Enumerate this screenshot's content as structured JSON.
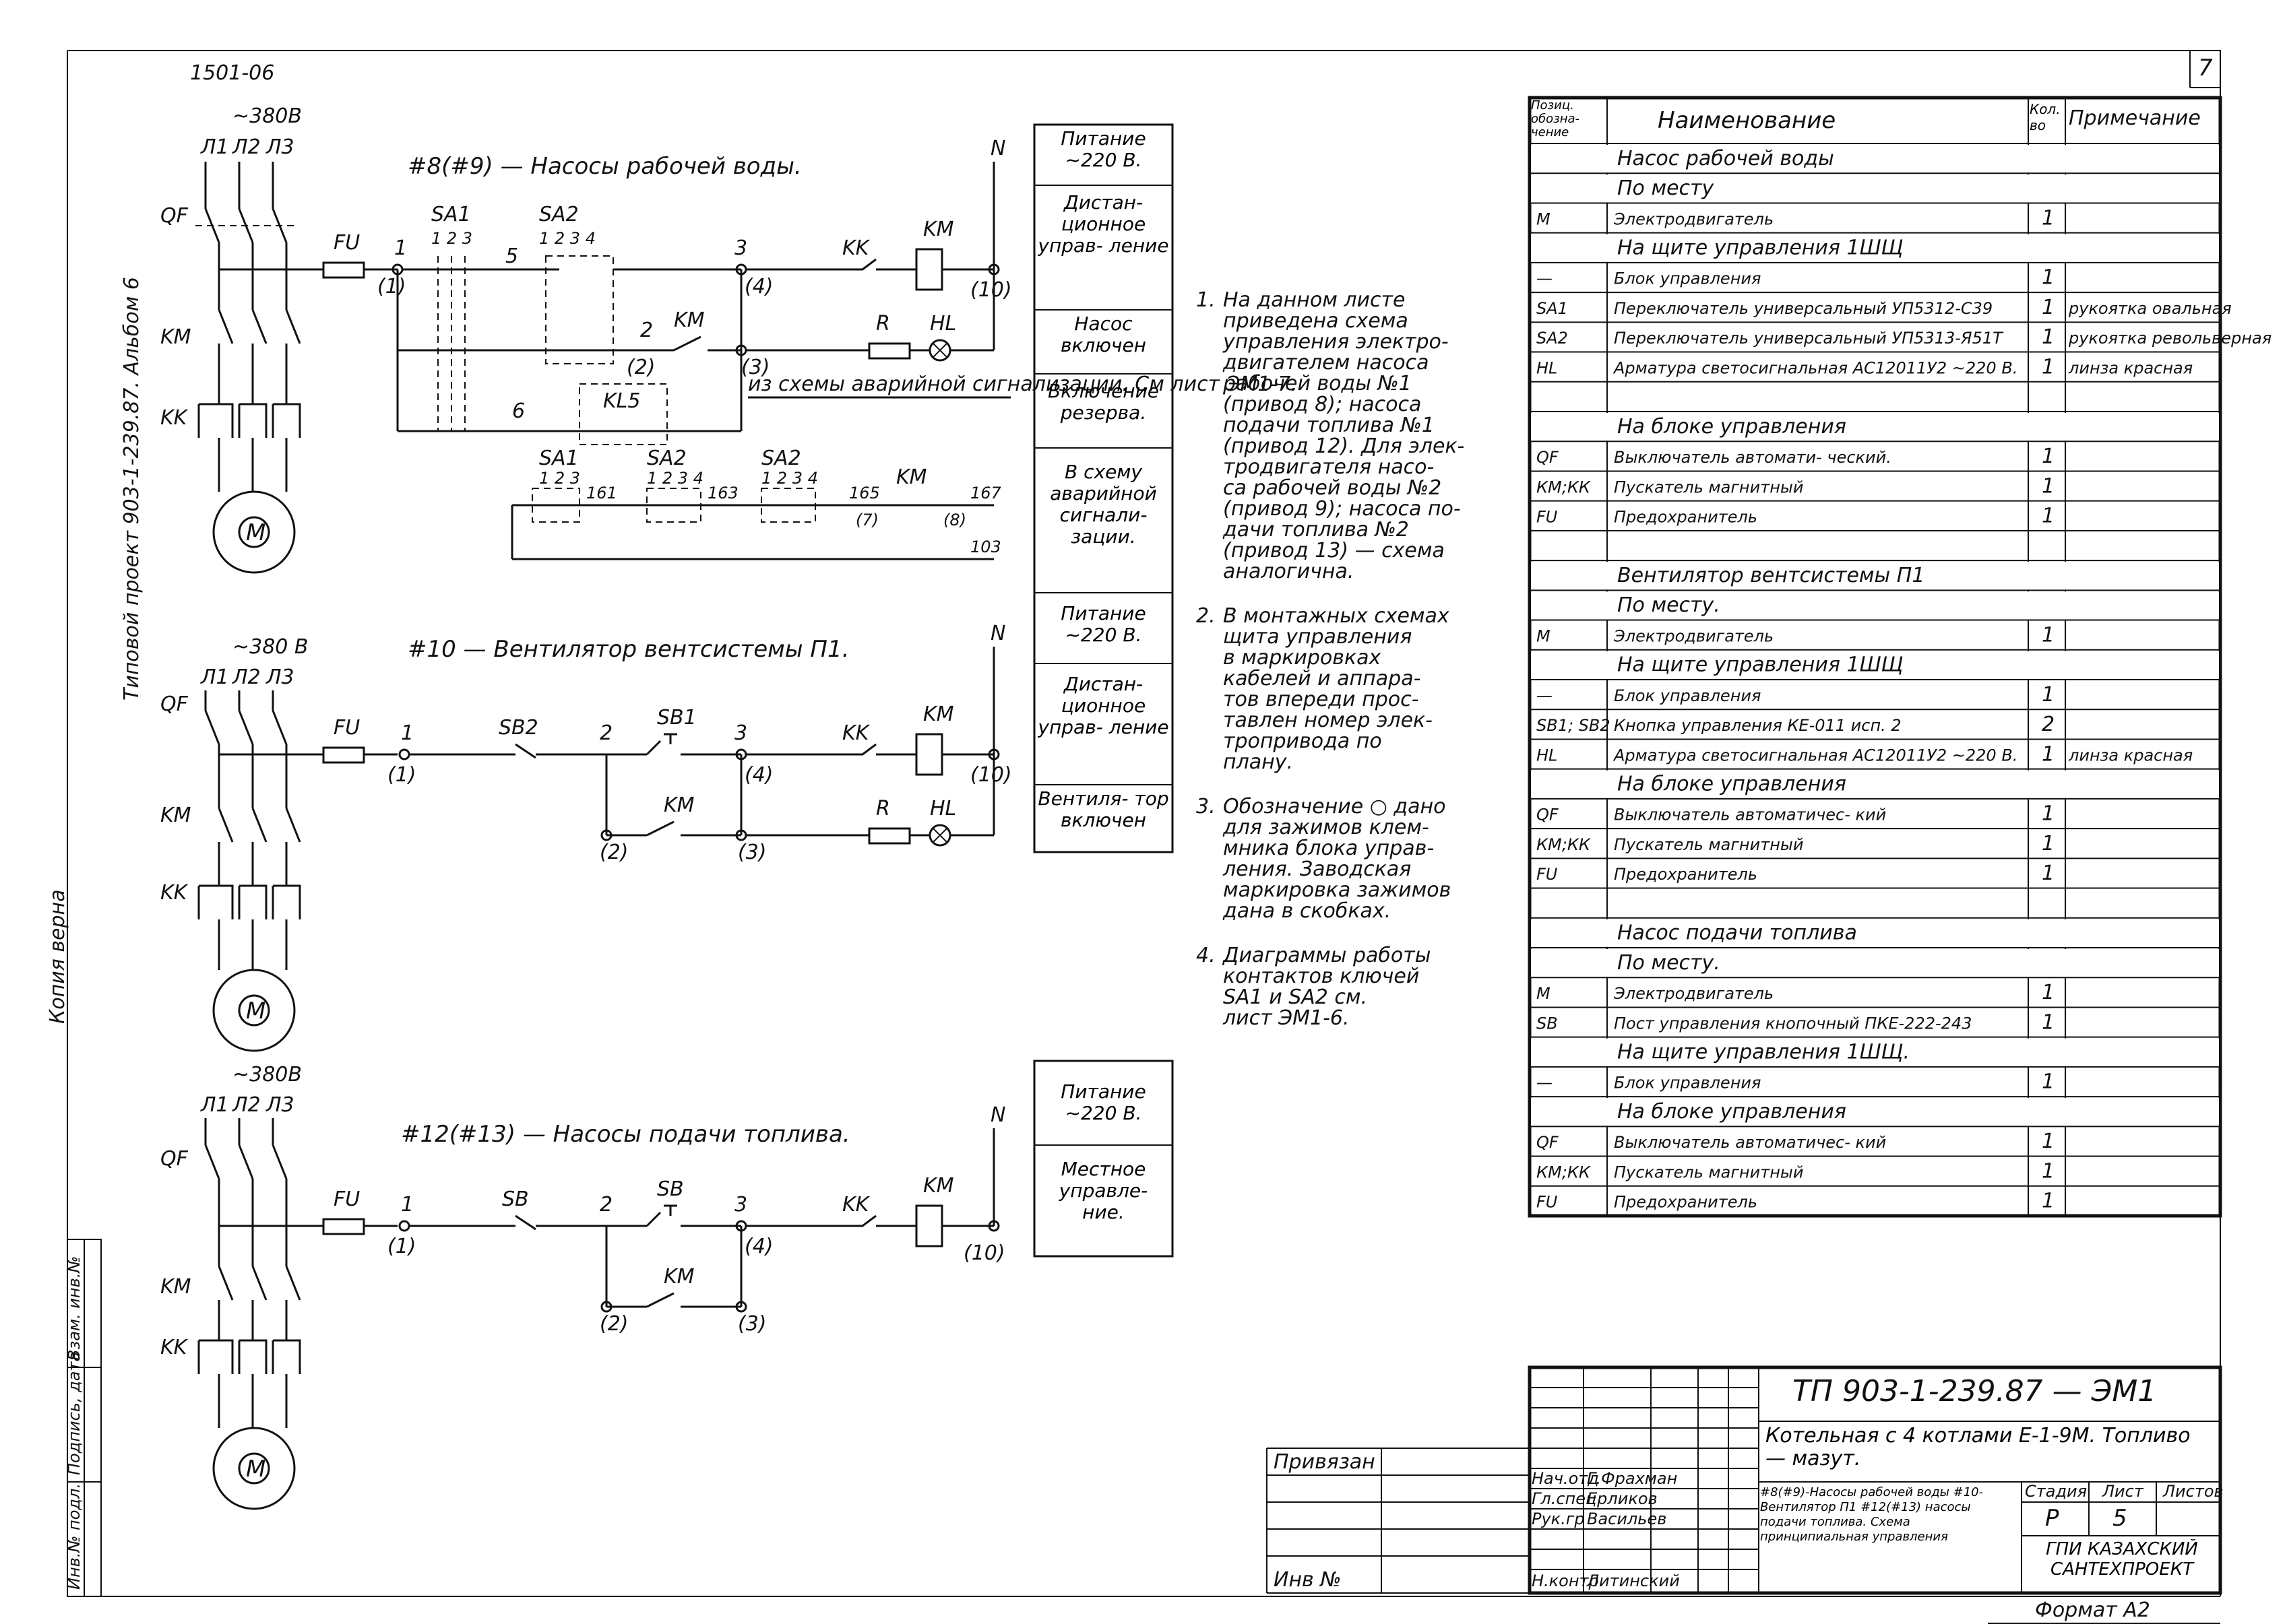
{
  "sheet": {
    "top_code": "1501-06",
    "page_no": "7",
    "side_project": "Типовой проект 903-1-239.87. Альбом 6",
    "side_copy": "Копия верна",
    "side_grid": [
      "Инв.№ подл.",
      "Подпись, дата",
      "Взам. инв.№"
    ]
  },
  "circuit1": {
    "supply": "~380В",
    "phases": [
      "Л1",
      "Л2",
      "Л3"
    ],
    "title": "#8(#9) — Насосы рабочей воды.",
    "labels": {
      "qf": "QF",
      "km": "KM",
      "kk": "KK",
      "fu": "FU",
      "motor": "М",
      "n": "N",
      "sa1": "SA1",
      "sa2": "SA2",
      "sa1_pos": "1 2 3",
      "sa2_pos": "1 2 3 4",
      "kk2": "KK",
      "km_coil": "KM",
      "r": "R",
      "hl": "HL",
      "km_contact": "KM",
      "kl5": "KL5"
    },
    "nodes": {
      "n1": "1",
      "n1b": "(1)",
      "n5": "5",
      "n3": "3",
      "n4": "(4)",
      "n10": "(10)",
      "n2": "2",
      "n2b": "(2)",
      "n3b": "(3)",
      "n6": "6"
    },
    "note": "из схемы аварийной сигнализации. См лист ЭМ1-7.",
    "alarm_chain": {
      "sa1": "SA1",
      "sa1_pos": "1 2 3",
      "sa2": "SA2",
      "sa2_pos": "1 2 3 4",
      "sa2b": "SA2",
      "sa2b_pos": "1 2 3 4",
      "n161": "161",
      "n163": "163",
      "n165": "165",
      "n167": "167",
      "n103": "103",
      "n7": "(7)",
      "n8": "(8)",
      "km": "KM"
    },
    "boxes": [
      "Питание ~220 В.",
      "Дистан- ционное управ- ление",
      "Насос включен",
      "Включение резерва.",
      "В схему аварийной сигнали- зации."
    ]
  },
  "circuit2": {
    "supply": "~380 В",
    "phases": [
      "Л1",
      "Л2",
      "Л3"
    ],
    "title": "#10 — Вентилятор вентсистемы П1.",
    "labels": {
      "qf": "QF",
      "km": "KM",
      "kk": "KK",
      "fu": "FU",
      "motor": "М",
      "n": "N",
      "sb2": "SB2",
      "sb1": "SB1",
      "kk2": "KK",
      "km_coil": "KM",
      "r": "R",
      "hl": "HL",
      "km_contact": "KM"
    },
    "nodes": {
      "n1": "1",
      "n1b": "(1)",
      "n2": "2",
      "n3": "3",
      "n4": "(4)",
      "n10": "(10)",
      "n2b": "(2)",
      "n3b": "(3)"
    },
    "boxes": [
      "Питание ~220 В.",
      "Дистан- ционное управ- ление",
      "Вентиля- тор включен"
    ]
  },
  "circuit3": {
    "supply": "~380В",
    "phases": [
      "Л1",
      "Л2",
      "Л3"
    ],
    "title": "#12(#13) — Насосы подачи топлива.",
    "labels": {
      "qf": "QF",
      "km": "KM",
      "kk": "KK",
      "fu": "FU",
      "motor": "М",
      "n": "N",
      "sb_a": "SB",
      "sb_b": "SB",
      "kk2": "KK",
      "km_coil": "KM",
      "km_contact": "KM"
    },
    "nodes": {
      "n1": "1",
      "n1b": "(1)",
      "n2": "2",
      "n3": "3",
      "n4": "(4)",
      "n10": "(10)",
      "n2b": "(2)",
      "n3b": "(3)"
    },
    "boxes": [
      "Питание ~220 В.",
      "Местное управле- ние."
    ]
  },
  "notes": [
    {
      "num": "1.",
      "lines": [
        "На данном листе",
        "приведена схема",
        "управления электро-",
        "двигателем насоса",
        "рабочей воды №1",
        "(привод 8); насоса",
        "подачи топлива №1",
        "(привод 12). Для элек-",
        "тродвигателя насо-",
        "са рабочей воды №2",
        "(привод 9); насоса по-",
        "дачи топлива №2",
        "(привод 13) — схема",
        "аналогична."
      ]
    },
    {
      "num": "2.",
      "lines": [
        "В монтажных схемах",
        "щита управления",
        "в маркировках",
        "кабелей и аппара-",
        "тов впереди прос-",
        "тавлен номер элек-",
        "тропривода по",
        "плану."
      ]
    },
    {
      "num": "3.",
      "lines": [
        "Обозначение ○ дано",
        "для зажимов клем-",
        "мника блока управ-",
        "ления. Заводская",
        "маркировка зажимов",
        "дана в скобках."
      ]
    },
    {
      "num": "4.",
      "lines": [
        "Диаграммы работы",
        "контактов ключей",
        "SA1 и SA2 см.",
        "лист ЭМ1-6."
      ]
    }
  ],
  "spec": {
    "headers": [
      "Позиц. обозна- чение",
      "Наименование",
      "Кол. во",
      "Примечание"
    ],
    "rows": [
      {
        "type": "section",
        "text": "Насос рабочей воды"
      },
      {
        "type": "section",
        "text": "По месту"
      },
      {
        "type": "item",
        "pos": "M",
        "name": "Электродвигатель",
        "qty": "1",
        "note": ""
      },
      {
        "type": "section",
        "text": "На щите управления 1ШЩ"
      },
      {
        "type": "item",
        "pos": "—",
        "name": "Блок управления",
        "qty": "1",
        "note": ""
      },
      {
        "type": "item",
        "pos": "SA1",
        "name": "Переключатель универсальный УП5312-С39",
        "qty": "1",
        "note": "рукоятка овальная"
      },
      {
        "type": "item",
        "pos": "SA2",
        "name": "Переключатель универсальный УП5313-Я51Т",
        "qty": "1",
        "note": "рукоятка револьверная"
      },
      {
        "type": "item",
        "pos": "HL",
        "name": "Арматура светосигнальная АС12011У2 ~220 В.",
        "qty": "1",
        "note": "линза красная"
      },
      {
        "type": "item",
        "pos": "",
        "name": "",
        "qty": "",
        "note": ""
      },
      {
        "type": "section",
        "text": "На блоке управления"
      },
      {
        "type": "item",
        "pos": "QF",
        "name": "Выключатель автомати- ческий.",
        "qty": "1",
        "note": ""
      },
      {
        "type": "item",
        "pos": "КМ;КК",
        "name": "Пускатель магнитный",
        "qty": "1",
        "note": ""
      },
      {
        "type": "item",
        "pos": "FU",
        "name": "Предохранитель",
        "qty": "1",
        "note": ""
      },
      {
        "type": "item",
        "pos": "",
        "name": "",
        "qty": "",
        "note": ""
      },
      {
        "type": "section",
        "text": "Вентилятор вентсистемы П1"
      },
      {
        "type": "section",
        "text": "По месту."
      },
      {
        "type": "item",
        "pos": "M",
        "name": "Электродвигатель",
        "qty": "1",
        "note": ""
      },
      {
        "type": "section",
        "text": "На щите управления 1ШЩ"
      },
      {
        "type": "item",
        "pos": "—",
        "name": "Блок управления",
        "qty": "1",
        "note": ""
      },
      {
        "type": "item",
        "pos": "SB1; SB2",
        "name": "Кнопка управления КЕ-011 исп. 2",
        "qty": "2",
        "note": ""
      },
      {
        "type": "item",
        "pos": "HL",
        "name": "Арматура светосигнальная АС12011У2 ~220 В.",
        "qty": "1",
        "note": "линза красная"
      },
      {
        "type": "section",
        "text": "На блоке управления"
      },
      {
        "type": "item",
        "pos": "QF",
        "name": "Выключатель автоматичес- кий",
        "qty": "1",
        "note": ""
      },
      {
        "type": "item",
        "pos": "КМ;КК",
        "name": "Пускатель магнитный",
        "qty": "1",
        "note": ""
      },
      {
        "type": "item",
        "pos": "FU",
        "name": "Предохранитель",
        "qty": "1",
        "note": ""
      },
      {
        "type": "item",
        "pos": "",
        "name": "",
        "qty": "",
        "note": ""
      },
      {
        "type": "section",
        "text": "Насос подачи топлива"
      },
      {
        "type": "section",
        "text": "По месту."
      },
      {
        "type": "item",
        "pos": "M",
        "name": "Электродвигатель",
        "qty": "1",
        "note": ""
      },
      {
        "type": "item",
        "pos": "SB",
        "name": "Пост управления кнопочный ПКЕ-222-243",
        "qty": "1",
        "note": ""
      },
      {
        "type": "section",
        "text": "На щите управления 1ШЩ."
      },
      {
        "type": "item",
        "pos": "—",
        "name": "Блок управления",
        "qty": "1",
        "note": ""
      },
      {
        "type": "section",
        "text": "На блоке управления"
      },
      {
        "type": "item",
        "pos": "QF",
        "name": "Выключатель автоматичес- кий",
        "qty": "1",
        "note": ""
      },
      {
        "type": "item",
        "pos": "КМ;КК",
        "name": "Пускатель магнитный",
        "qty": "1",
        "note": ""
      },
      {
        "type": "item",
        "pos": "FU",
        "name": "Предохранитель",
        "qty": "1",
        "note": ""
      }
    ]
  },
  "title_block": {
    "doc_code": "ТП 903-1-239.87 — ЭМ1",
    "project": "Котельная с 4 котлами Е-1-9М. Топливо — мазут.",
    "sheet_desc": "#8(#9)-Насосы рабочей воды #10-Вентилятор П1 #12(#13) насосы подачи топлива. Схема принципиальная управления",
    "stage_header": "Стадия",
    "sheet_header": "Лист",
    "sheets_header": "Листов",
    "stage": "Р",
    "sheet": "5",
    "org": "ГПИ КАЗАХСКИЙ САНТЕХПРОЕКТ",
    "format": "Формат А2",
    "signatures": [
      {
        "role": "Нач.отд",
        "name": "Г.Фрахман"
      },
      {
        "role": "Гл.спец",
        "name": "Ерликов"
      },
      {
        "role": "Рук.гр",
        "name": "Васильев"
      },
      {
        "role": "Н.контр",
        "name": "Литинский"
      }
    ],
    "privyazan": "Привязан",
    "inv": "Инв №"
  }
}
